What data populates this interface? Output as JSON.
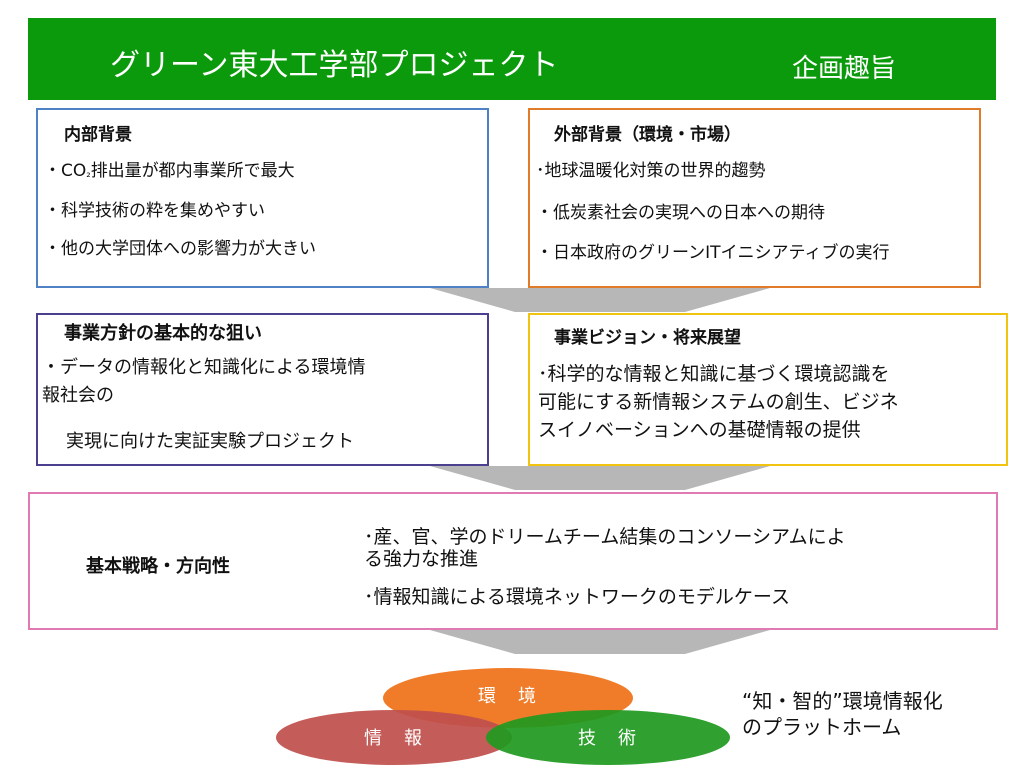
{
  "header": {
    "title": "グリーン東大工学部プロジェクト",
    "subtitle": "企画趣旨"
  },
  "internal": {
    "heading": "内部背景",
    "items": [
      "・CO",
      "₂",
      "排出量が都内事業所で最大",
      "・科学技術の粋を集めやすい",
      "・他の大学団体への影響力が大きい"
    ]
  },
  "external": {
    "heading": "外部背景（環境・市場）",
    "items": [
      "･地球温暖化対策の世界的趨勢",
      "・低炭素社会の実現への日本への期待",
      "・日本政府のグリーンITイニシアティブの実行"
    ]
  },
  "policy": {
    "heading": "事業方針の基本的な狙い",
    "lines": [
      "・データの情報化と知識化による環境情",
      "報社会の",
      "実現に向けた実証実験プロジェクト"
    ]
  },
  "vision": {
    "heading": "事業ビジョン・将来展望",
    "lines": [
      "･科学的な情報と知識に基づく環境認識を",
      "可能にする新情報システムの創生、ビジネ",
      "スイノベーションへの基礎情報の提供"
    ]
  },
  "strategy": {
    "heading": "基本戦略・方向性",
    "lines": [
      "･産、官、学のドリームチーム結集のコンソーシアムによ",
      "る強力な推進",
      "･情報知識による環境ネットワークのモデルケース"
    ]
  },
  "diagram": {
    "environment": "環　境",
    "information": "情　報",
    "technology": "技　術",
    "colors": {
      "environment": "#f07c2a",
      "information": "#c0504d",
      "technology": "#1f9a1f"
    }
  },
  "tagline": [
    "“知・智的”環境情報化",
    "のプラットホーム"
  ]
}
